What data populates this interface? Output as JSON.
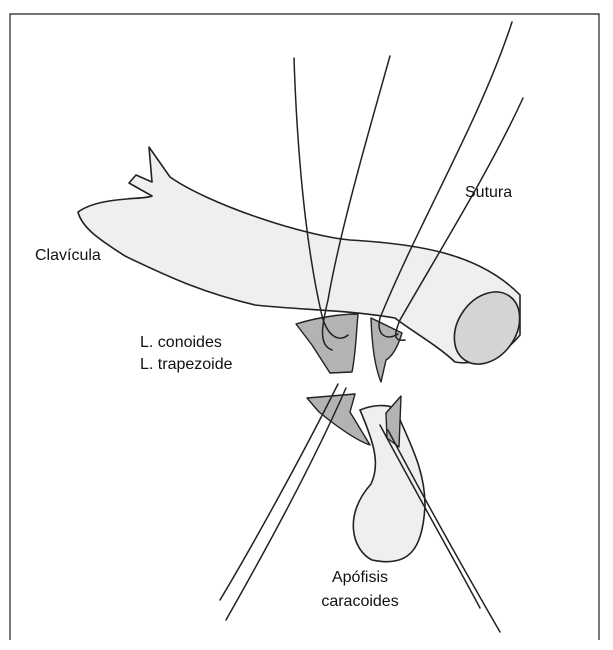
{
  "labels": {
    "clavicula": "Clavícula",
    "sutura": "Sutura",
    "conoides": "L. conoides",
    "trapezoide": "L. trapezoide",
    "apofisis": "Apófisis",
    "caracoides": "caracoides"
  },
  "colors": {
    "line": "#222222",
    "bone_fill": "#efefef",
    "ligament_fill": "#b3b3b3",
    "clavicle_end_fill": "#d4d4d4",
    "frame": "#222222"
  }
}
